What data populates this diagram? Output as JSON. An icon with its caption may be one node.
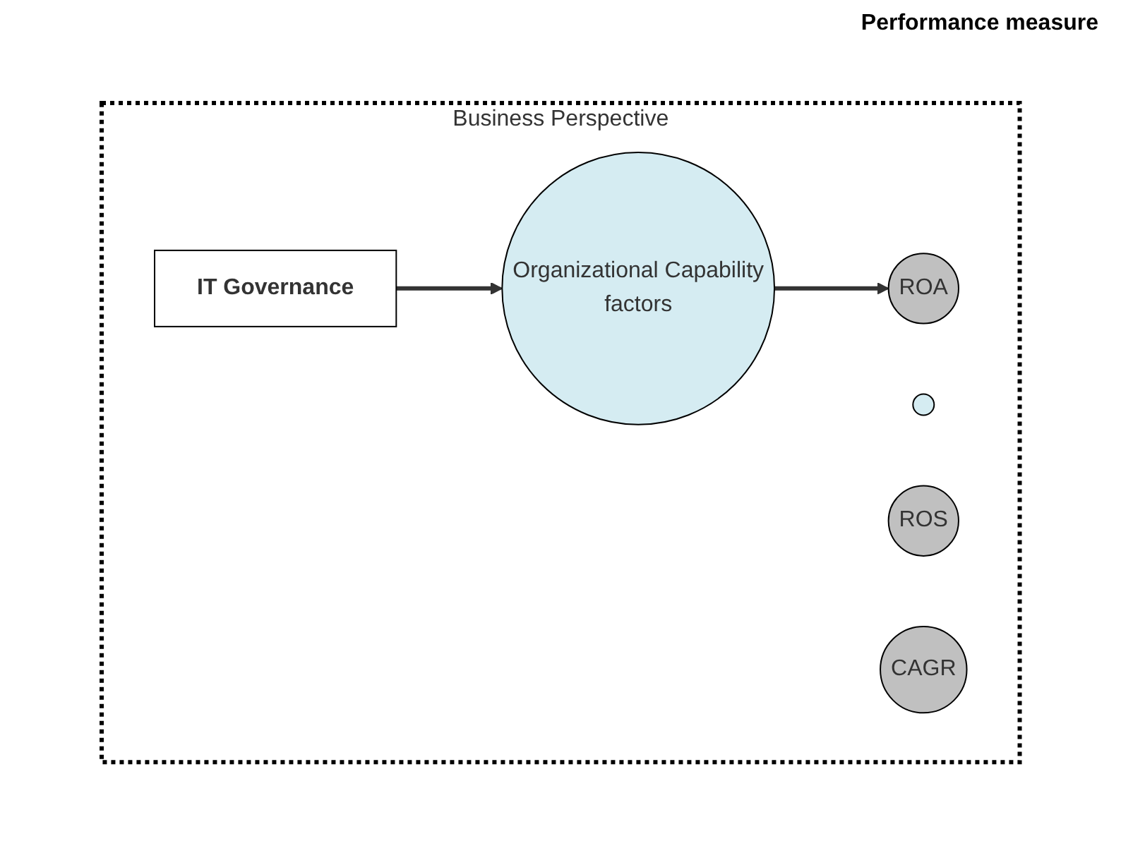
{
  "diagram": {
    "nodes": [
      {
        "text": [
          "Business Perspective"
        ]
      },
      {
        "text": [
          "IT Governance"
        ],
        "in": 0
      },
      {
        "text": [
          "Organizational Capability",
          "factors"
        ],
        "in": 0
      },
      {
        "text": [],
        "shape": "circle",
        "in": 0
      },
      {
        "text": [
          "ROA"
        ],
        "in": 0
      },
      {
        "text": [
          "ROS"
        ],
        "in": 0
      },
      {
        "text": [
          "CAGR"
        ],
        "in": 0
      }
    ],
    "edges": [
      {
        "from": 1,
        "to": 2,
        "arrow": "to"
      },
      {
        "from": 2,
        "to": 4,
        "arrow": "to"
      }
    ],
    "labels": [
      "Performance measure"
    ]
  }
}
